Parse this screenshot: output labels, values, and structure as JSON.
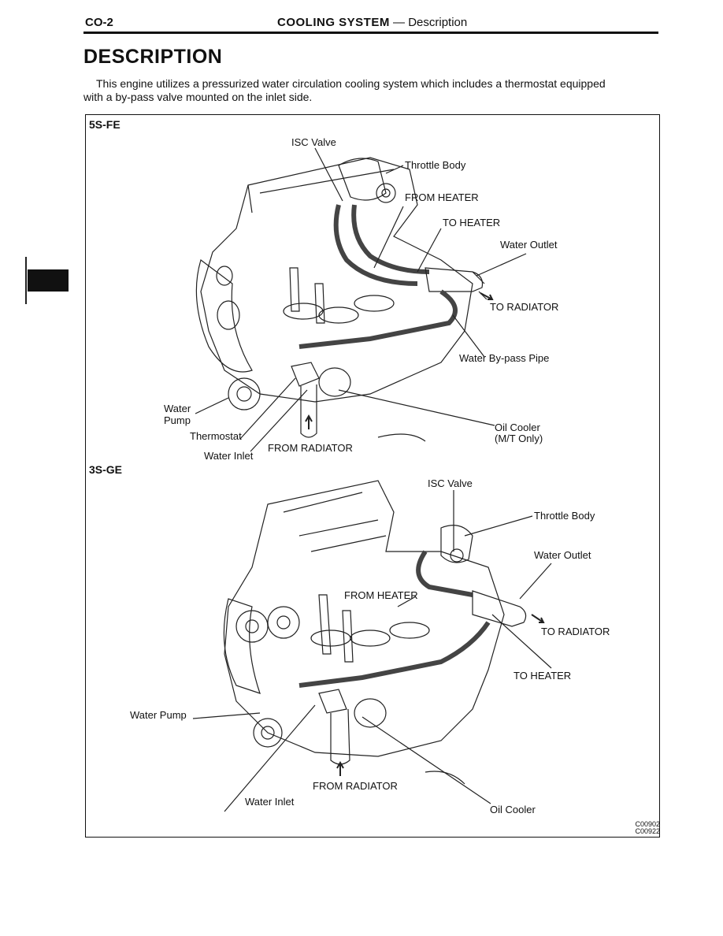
{
  "header": {
    "page_code": "CO-2",
    "section": "COOLING SYSTEM",
    "dash": "—",
    "subsection": "Description"
  },
  "title": "DESCRIPTION",
  "intro": {
    "line1": "This engine utilizes a pressurized water circulation cooling system which includes a thermostat equipped",
    "line2": "with a by-pass valve mounted on the inlet side."
  },
  "figure": {
    "engine_5sfe": {
      "label": "5S-FE",
      "isc_valve": "ISC Valve",
      "throttle_body": "Throttle Body",
      "from_heater": "FROM HEATER",
      "to_heater": "TO HEATER",
      "water_outlet": "Water Outlet",
      "to_radiator": "TO RADIATOR",
      "bypass_pipe": "Water By-pass Pipe",
      "water_pump_1": "Water",
      "water_pump_2": "Pump",
      "thermostat": "Thermostat",
      "water_inlet": "Water Inlet",
      "from_radiator": "FROM RADIATOR",
      "oil_cooler_1": "Oil Cooler",
      "oil_cooler_2": "(M/T Only)"
    },
    "engine_3sge": {
      "label": "3S-GE",
      "isc_valve": "ISC Valve",
      "throttle_body": "Throttle Body",
      "water_outlet": "Water Outlet",
      "from_heater": "FROM HEATER",
      "to_radiator": "TO RADIATOR",
      "to_heater": "TO HEATER",
      "water_pump": "Water Pump",
      "from_radiator": "FROM RADIATOR",
      "water_inlet": "Water Inlet",
      "oil_cooler": "Oil Cooler"
    },
    "codes": [
      "C00902",
      "C00922"
    ]
  }
}
